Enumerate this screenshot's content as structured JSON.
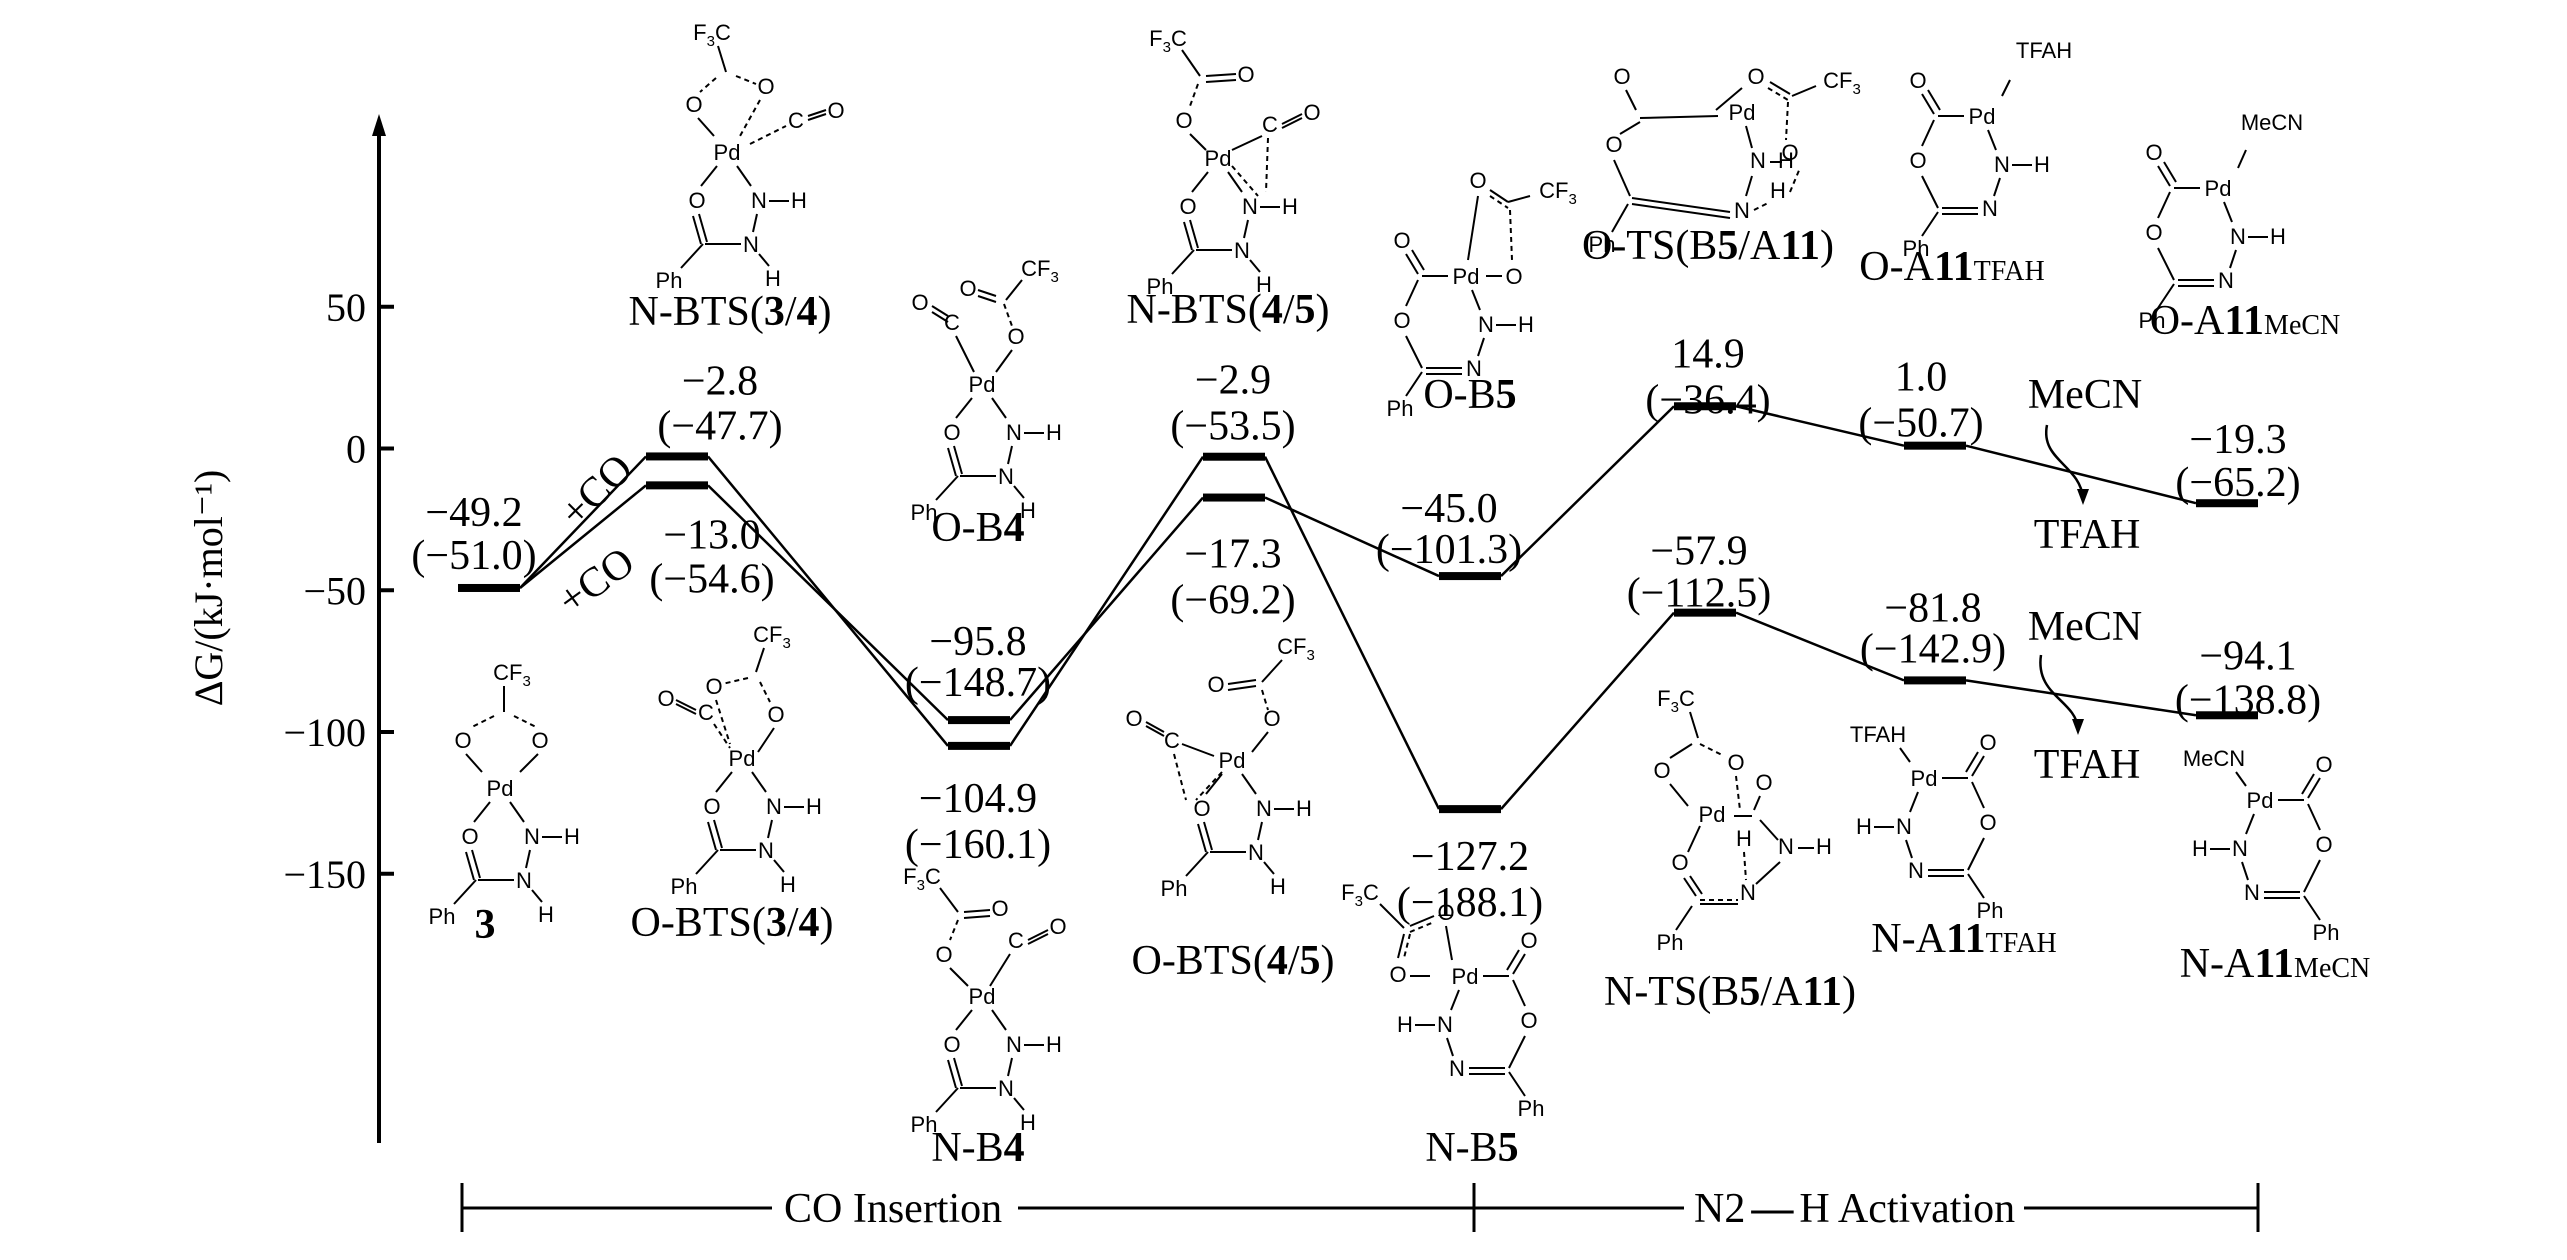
{
  "chart_data": {
    "type": "energy-profile",
    "ylabel": "ΔG/(kJ·mol⁻¹)",
    "y_ticks": [
      50,
      0,
      -50,
      -100,
      -150
    ],
    "y_tick_labels": [
      "50",
      "0",
      "−50",
      "−100",
      "−150"
    ],
    "levels": [
      {
        "id": "3",
        "column": 0,
        "path": "both",
        "value": -49.2,
        "value_label": "−49.2",
        "paren_label": "(−51.0)"
      },
      {
        "id": "N-BTS(3/4)",
        "column": 1,
        "path": "N",
        "value": -2.8,
        "value_label": "−2.8",
        "paren_label": "(−47.7)"
      },
      {
        "id": "O-BTS(3/4)",
        "column": 1,
        "path": "O",
        "value": -13.0,
        "value_label": "−13.0",
        "paren_label": "(−54.6)"
      },
      {
        "id": "O-B4",
        "column": 2,
        "path": "O",
        "value": -95.8,
        "value_label": "−95.8",
        "paren_label": "(−148.7)"
      },
      {
        "id": "N-B4",
        "column": 2,
        "path": "N",
        "value": -104.9,
        "value_label": "−104.9",
        "paren_label": "(−160.1)"
      },
      {
        "id": "N-BTS(4/5)",
        "column": 3,
        "path": "N",
        "value": -2.9,
        "value_label": "−2.9",
        "paren_label": "(−53.5)"
      },
      {
        "id": "O-BTS(4/5)",
        "column": 3,
        "path": "O",
        "value": -17.3,
        "value_label": "−17.3",
        "paren_label": "(−69.2)"
      },
      {
        "id": "O-B5",
        "column": 4,
        "path": "O",
        "value": -45.0,
        "value_label": "−45.0",
        "paren_label": "(−101.3)"
      },
      {
        "id": "N-B5",
        "column": 4,
        "path": "N",
        "value": -127.2,
        "value_label": "−127.2",
        "paren_label": "(−188.1)"
      },
      {
        "id": "O-TS(B5/A11)",
        "column": 5,
        "path": "O",
        "value": 14.9,
        "value_label": "14.9",
        "paren_label": "(−36.4)"
      },
      {
        "id": "N-TS(B5/A11)",
        "column": 5,
        "path": "N",
        "value": -57.9,
        "value_label": "−57.9",
        "paren_label": "(−112.5)"
      },
      {
        "id": "O-A11TFAH",
        "column": 6,
        "path": "O",
        "value": 1.0,
        "value_label": "1.0",
        "paren_label": "(−50.7)"
      },
      {
        "id": "N-A11TFAH",
        "column": 6,
        "path": "N",
        "value": -81.8,
        "value_label": "−81.8",
        "paren_label": "(−142.9)"
      },
      {
        "id": "O-A11MeCN",
        "column": 7,
        "path": "O",
        "value": -19.3,
        "value_label": "−19.3",
        "paren_label": "(−65.2)"
      },
      {
        "id": "N-A11MeCN",
        "column": 7,
        "path": "N",
        "value": -94.1,
        "value_label": "−94.1",
        "paren_label": "(−138.8)"
      }
    ],
    "connections": [
      [
        "3",
        "N-BTS(3/4)"
      ],
      [
        "3",
        "O-BTS(3/4)"
      ],
      [
        "N-BTS(3/4)",
        "N-B4"
      ],
      [
        "O-BTS(3/4)",
        "O-B4"
      ],
      [
        "N-B4",
        "N-BTS(4/5)"
      ],
      [
        "O-B4",
        "O-BTS(4/5)"
      ],
      [
        "N-BTS(4/5)",
        "N-B5"
      ],
      [
        "O-BTS(4/5)",
        "O-B5"
      ],
      [
        "O-B5",
        "O-TS(B5/A11)"
      ],
      [
        "N-B5",
        "N-TS(B5/A11)"
      ],
      [
        "O-TS(B5/A11)",
        "O-A11TFAH"
      ],
      [
        "N-TS(B5/A11)",
        "N-A11TFAH"
      ],
      [
        "O-A11TFAH",
        "O-A11MeCN"
      ],
      [
        "N-A11TFAH",
        "N-A11MeCN"
      ]
    ],
    "annotations": {
      "plus_co_upper": "+CO",
      "plus_co_lower": "+CO",
      "exchange_upper_in": "MeCN",
      "exchange_upper_out": "TFAH",
      "exchange_lower_in": "MeCN",
      "exchange_lower_out": "TFAH"
    },
    "stages": [
      {
        "label": "CO Insertion"
      },
      {
        "label_prefix": "N2",
        "label_bond": "—",
        "label_suffix": "H Activation"
      }
    ]
  },
  "species_labels": {
    "s3": {
      "bold": "3"
    },
    "nbts34": {
      "pre": "N-BTS(",
      "b1": "3",
      "mid": "/",
      "b2": "4",
      "post": ")"
    },
    "obts34": {
      "pre": "O-BTS(",
      "b1": "3",
      "mid": "/",
      "b2": "4",
      "post": ")"
    },
    "ob4": {
      "pre": "O-B",
      "b1": "4"
    },
    "nb4": {
      "pre": "N-B",
      "b1": "4"
    },
    "nbts45": {
      "pre": "N-BTS(",
      "b1": "4",
      "mid": "/",
      "b2": "5",
      "post": ")"
    },
    "obts45": {
      "pre": "O-BTS(",
      "b1": "4",
      "mid": "/",
      "b2": "5",
      "post": ")"
    },
    "ob5": {
      "pre": "O-B",
      "b1": "5"
    },
    "nb5": {
      "pre": "N-B",
      "b1": "5"
    },
    "ots": {
      "pre": "O-TS(B",
      "b1": "5",
      "mid": "/A",
      "b2": "11",
      "post": ")"
    },
    "nts": {
      "pre": "N-TS(B",
      "b1": "5",
      "mid": "/A",
      "b2": "11",
      "post": ")"
    },
    "oa11t": {
      "pre": "O-A",
      "b1": "11",
      "sub": "TFAH"
    },
    "oa11m": {
      "pre": "O-A",
      "b1": "11",
      "sub": "MeCN"
    },
    "na11t": {
      "pre": "N-A",
      "b1": "11",
      "sub": "TFAH"
    },
    "na11m": {
      "pre": "N-A",
      "b1": "11",
      "sub": "MeCN"
    }
  },
  "chem_text": {
    "pd": "Pd",
    "o": "O",
    "n": "N",
    "h": "H",
    "c": "C",
    "ph": "Ph",
    "cf3": "CF",
    "f3c": "F",
    "three": "3",
    "c_only": "C",
    "tfah": "TFAH",
    "mecn": "MeCN",
    "nh": "N—H"
  }
}
